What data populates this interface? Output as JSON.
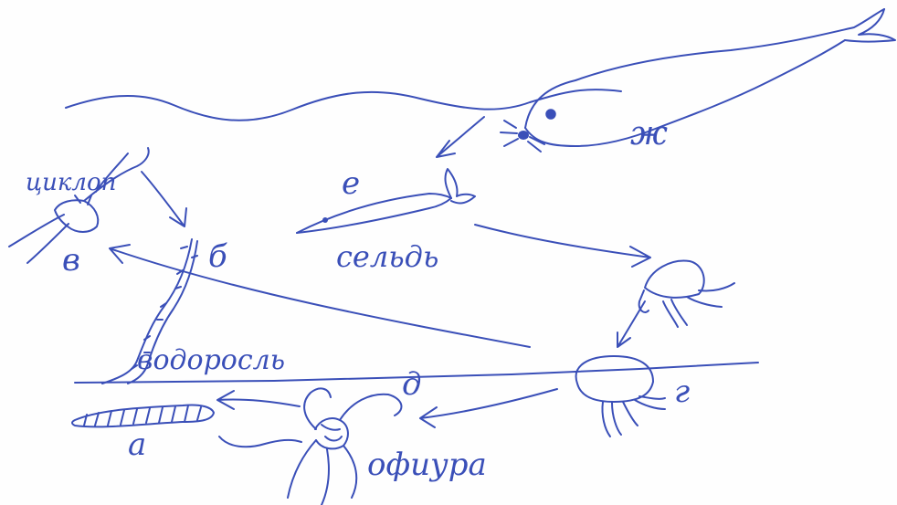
{
  "labels": {
    "cyclops": "циклоп",
    "cyclops_letter": "в",
    "algae_letter": "б",
    "algae": "водоросль",
    "herring_letter": "е",
    "herring": "сельдь",
    "seal_letter": "ж",
    "jellyfish_letter": "г",
    "ophiura_letter": "д",
    "ophiura": "офиура",
    "worm_letter": "а"
  },
  "colors": {
    "ink": "#3a4fb8",
    "background": "#fefefe"
  }
}
